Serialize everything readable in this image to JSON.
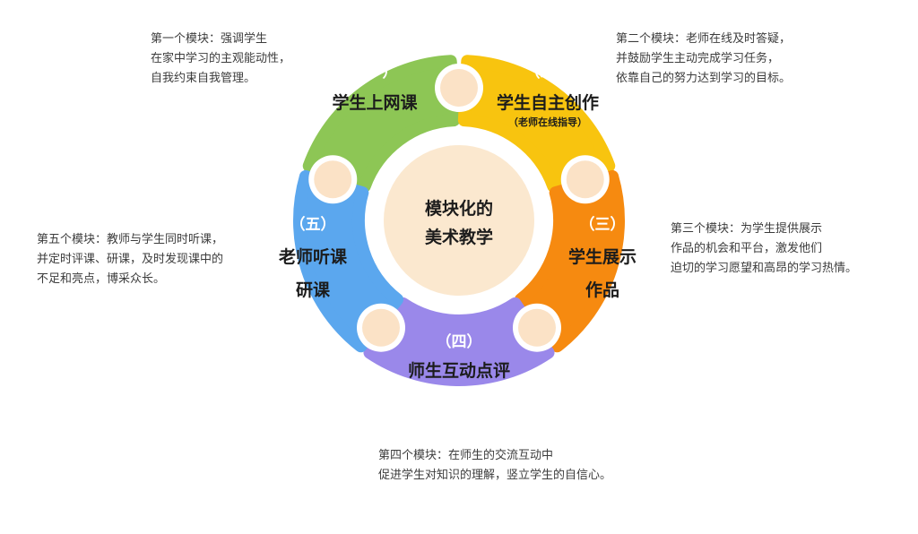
{
  "center": {
    "lines": [
      "模块化的",
      "美术教学"
    ]
  },
  "modules": [
    {
      "id": "m1",
      "number": "（一）",
      "title_lines": [
        "学生上网课"
      ],
      "subtitle": "",
      "color": "#8dc655",
      "note_lines": [
        "第一个模块：强调学生",
        "在家中学习的主观能动性，",
        "自我约束自我管理。"
      ]
    },
    {
      "id": "m2",
      "number": "（二）",
      "title_lines": [
        "学生自主创作"
      ],
      "subtitle": "（老师在线指导）",
      "color": "#f8c40f",
      "note_lines": [
        "第二个模块：老师在线及时答疑，",
        "并鼓励学生主动完成学习任务，",
        "依靠自己的努力达到学习的目标。"
      ]
    },
    {
      "id": "m3",
      "number": "（三）",
      "title_lines": [
        "学生展示",
        "作品"
      ],
      "subtitle": "",
      "color": "#f68a10",
      "note_lines": [
        "第三个模块：为学生提供展示",
        "作品的机会和平台，激发他们",
        "迫切的学习愿望和高昂的学习热情。"
      ]
    },
    {
      "id": "m4",
      "number": "（四）",
      "title_lines": [
        "师生互动点评"
      ],
      "subtitle": "",
      "color": "#9a88ea",
      "note_lines": [
        "第四个模块：在师生的交流互动中",
        "促进学生对知识的理解，竖立学生的自信心。"
      ]
    },
    {
      "id": "m5",
      "number": "（五）",
      "title_lines": [
        "老师听课",
        "研课"
      ],
      "subtitle": "",
      "color": "#5ba7ee",
      "note_lines": [
        "第五个模块：教师与学生同时听课，",
        "并定时评课、研课，及时发现课中的",
        "不足和亮点，博采众长。"
      ]
    }
  ],
  "colors": {
    "center_fill": "#fbe8cf",
    "connector_ring": "#ffffff",
    "connector_fill": "#fbe2c6"
  }
}
